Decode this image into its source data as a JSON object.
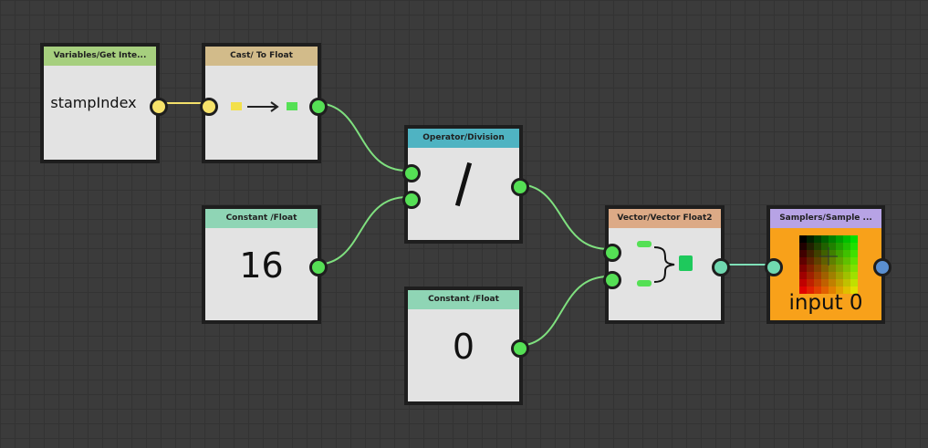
{
  "colors": {
    "wire_float": "#7fe07f",
    "wire_int": "#f4e06a",
    "wire_vec": "#7fe0b8",
    "port_float": "#55e055",
    "port_int": "#f7e36a",
    "port_vec": "#70d8b0",
    "port_sampler": "#5a8fd0"
  },
  "nodes": {
    "get_int": {
      "header": "Variables/Get Inte...",
      "header_color": "#a6cf7e",
      "value": "stampIndex"
    },
    "cast": {
      "header": "Cast/ To Float",
      "header_color": "#d2bb8a"
    },
    "const16": {
      "header": "Constant /Float",
      "header_color": "#8fd5b5",
      "value": "16"
    },
    "division": {
      "header": "Operator/Division",
      "header_color": "#4fb3c2",
      "symbol": "/"
    },
    "const0": {
      "header": "Constant /Float",
      "header_color": "#8fd5b5",
      "value": "0"
    },
    "vec2": {
      "header": "Vector/Vector Float2",
      "header_color": "#dcaa86"
    },
    "sampler": {
      "header": "Samplers/Sample ...",
      "header_color": "#b7a3e5",
      "label": "input 0",
      "body_color": "#f8a11a"
    }
  }
}
